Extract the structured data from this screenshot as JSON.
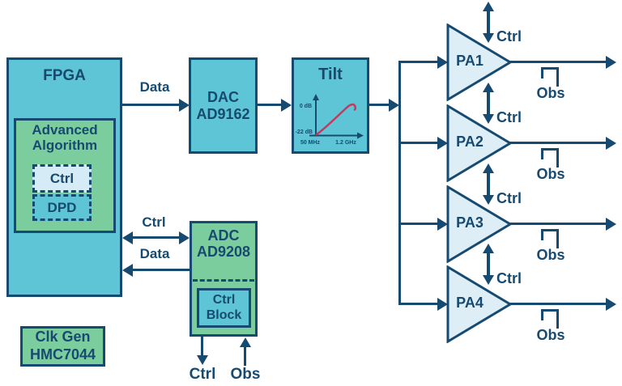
{
  "colors": {
    "navy": "#174A70",
    "teal": "#5EC5D7",
    "green": "#7CCD9E",
    "pale_blue": "#D5ECF7",
    "pa_fill": "#DDEEF7",
    "curve_red": "#C23B5E"
  },
  "fpga": {
    "label": "FPGA",
    "algorithm": {
      "title_line1": "Advanced",
      "title_line2": "Algorithm",
      "ctrl_label": "Ctrl",
      "dpd_label": "DPD"
    }
  },
  "dac": {
    "name": "DAC",
    "part": "AD9162"
  },
  "tilt": {
    "title": "Tilt",
    "plot": {
      "y_max_label": "0 dB",
      "y_min_label": "-22 dB",
      "x_min_label": "50 MHz",
      "x_max_label": "1.2 GHz"
    }
  },
  "adc": {
    "name": "ADC",
    "part": "AD9208",
    "ctrl_block_line1": "Ctrl",
    "ctrl_block_line2": "Block",
    "ctrl_out_label": "Ctrl",
    "obs_in_label": "Obs"
  },
  "clk_gen": {
    "line1": "Clk Gen",
    "line2": "HMC7044"
  },
  "links": {
    "fpga_dac_data": "Data",
    "fpga_adc_ctrl": "Ctrl",
    "adc_fpga_data": "Data"
  },
  "pas": [
    {
      "label": "PA1",
      "ctrl_label": "Ctrl",
      "obs_label": "Obs"
    },
    {
      "label": "PA2",
      "ctrl_label": "Ctrl",
      "obs_label": "Obs"
    },
    {
      "label": "PA3",
      "ctrl_label": "Ctrl",
      "obs_label": "Obs"
    },
    {
      "label": "PA4",
      "ctrl_label": "Ctrl",
      "obs_label": "Obs"
    }
  ]
}
